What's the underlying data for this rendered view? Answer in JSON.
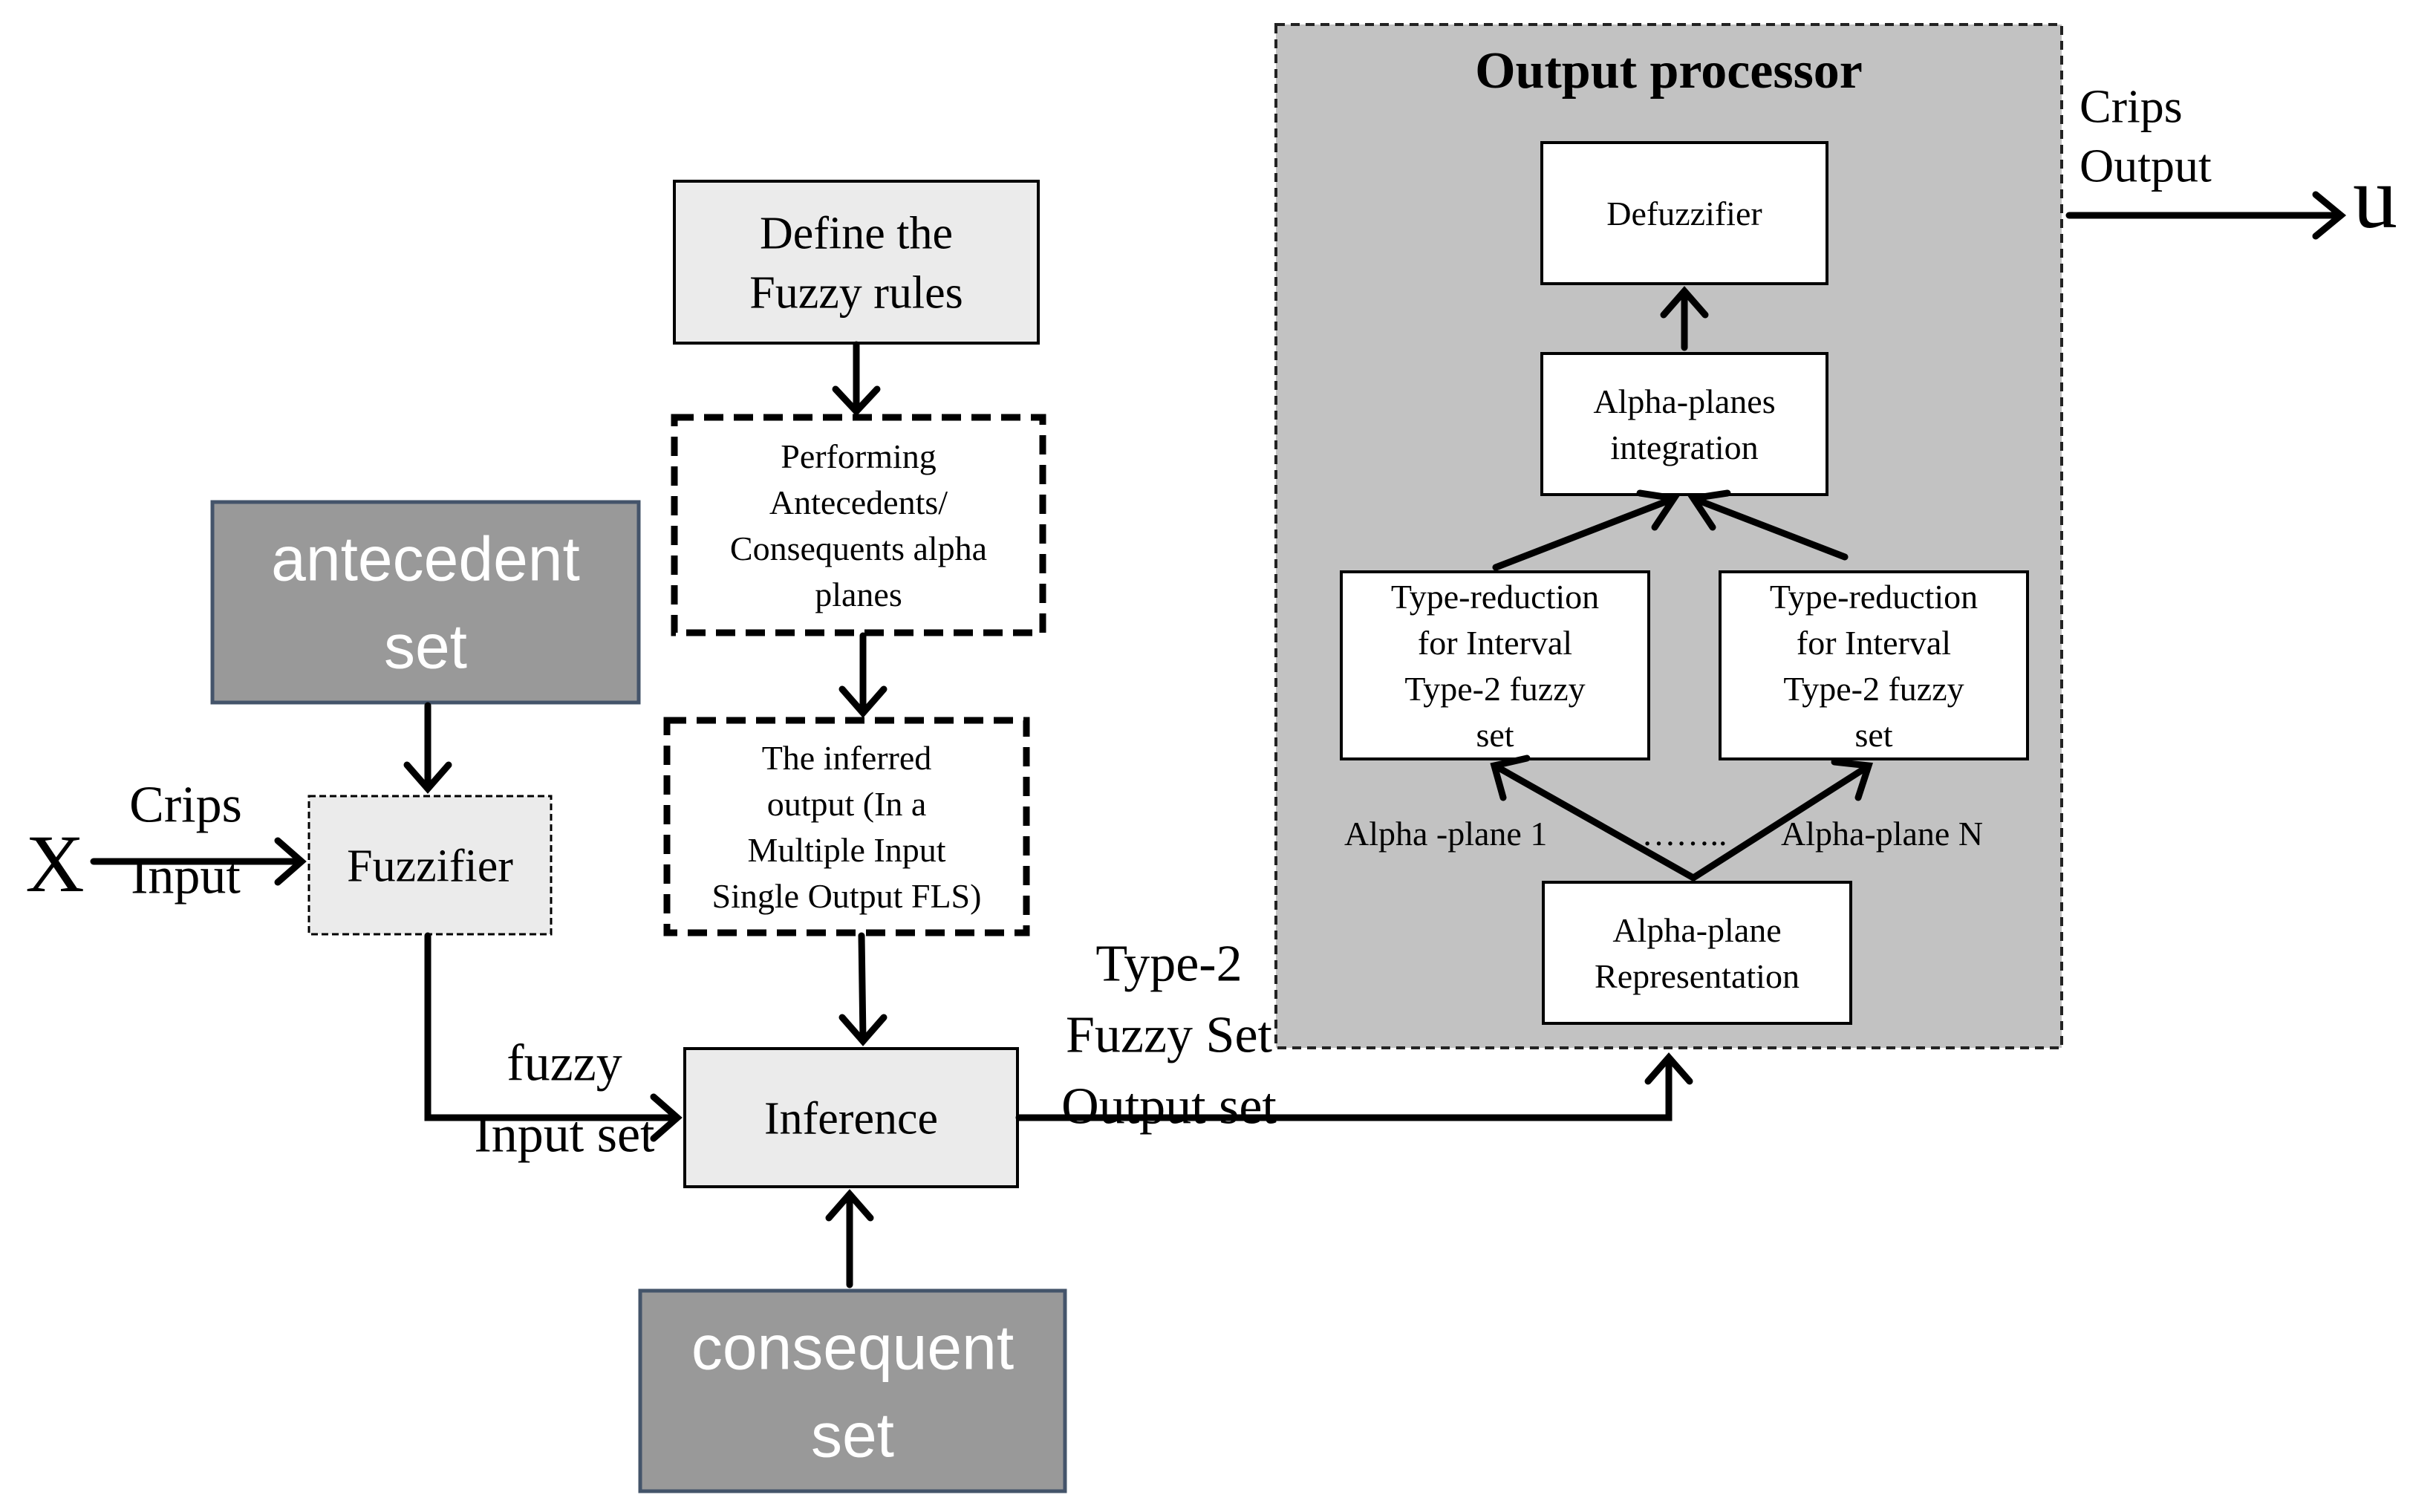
{
  "colors": {
    "light_box": "#ebebeb",
    "dark_box": "#999999",
    "dark_box_border": "#44546a",
    "panel_fill": "#c2c2c2",
    "line": "#000000",
    "white": "#ffffff"
  },
  "nodes": {
    "define_rules": [
      "Define the",
      "Fuzzy rules"
    ],
    "alpha_planes": [
      "Performing",
      "Antecedents/",
      "Consequents alpha",
      "planes"
    ],
    "inferred_output": [
      "The inferred",
      "output (In a",
      "Multiple Input",
      "Single Output FLS)"
    ],
    "antecedent_set": [
      "antecedent",
      "set"
    ],
    "fuzzifier": [
      "Fuzzifier"
    ],
    "inference": [
      "Inference"
    ],
    "consequent_set": [
      "consequent",
      "set"
    ],
    "output_processor_title": "Output processor",
    "defuzzifier": [
      "Defuzzifier"
    ],
    "alpha_integration": [
      "Alpha-planes",
      "integration"
    ],
    "type_reduction_left": [
      "Type-reduction",
      "for Interval",
      "Type-2 fuzzy",
      "set"
    ],
    "type_reduction_right": [
      "Type-reduction",
      "for Interval",
      "Type-2 fuzzy",
      "set"
    ],
    "alpha_representation": [
      "Alpha-plane",
      "Representation"
    ]
  },
  "labels": {
    "input_var": "X",
    "crisp_input": [
      "Crips",
      "Input"
    ],
    "fuzzy_input_set": [
      "fuzzy",
      "Input set"
    ],
    "type2_output_set": [
      "Type-2",
      "Fuzzy Set",
      "Output set"
    ],
    "crisp_output": [
      "Crips",
      "Output"
    ],
    "output_var": "u",
    "alpha_plane_1": "Alpha -plane  1",
    "alpha_dots": "……..",
    "alpha_plane_n": "Alpha-plane N"
  }
}
